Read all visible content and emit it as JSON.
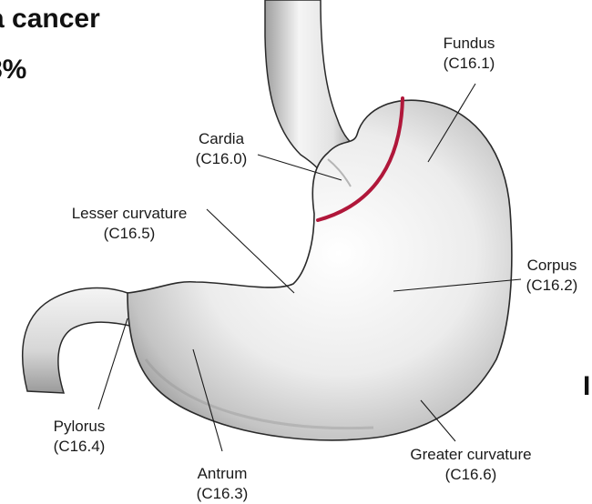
{
  "slide": {
    "title_line1": "a cancer",
    "title_line2": "8%",
    "edge_glyph": "I"
  },
  "labels": {
    "fundus": {
      "name": "Fundus",
      "code": "(C16.1)"
    },
    "cardia": {
      "name": "Cardia",
      "code": "(C16.0)"
    },
    "lesser_curvature": {
      "name": "Lesser curvature",
      "code": "(C16.5)"
    },
    "corpus": {
      "name": "Corpus",
      "code": "(C16.2)"
    },
    "pylorus": {
      "name": "Pylorus",
      "code": "(C16.4)"
    },
    "antrum": {
      "name": "Antrum",
      "code": "(C16.3)"
    },
    "greater_curvature": {
      "name": "Greater curvature",
      "code": "(C16.6)"
    }
  },
  "colors": {
    "outline": "#2a2a2a",
    "cardia_boundary": "#b0173a",
    "tissue_light": "#ffffff",
    "tissue_shadow": "#8a8a8a"
  }
}
